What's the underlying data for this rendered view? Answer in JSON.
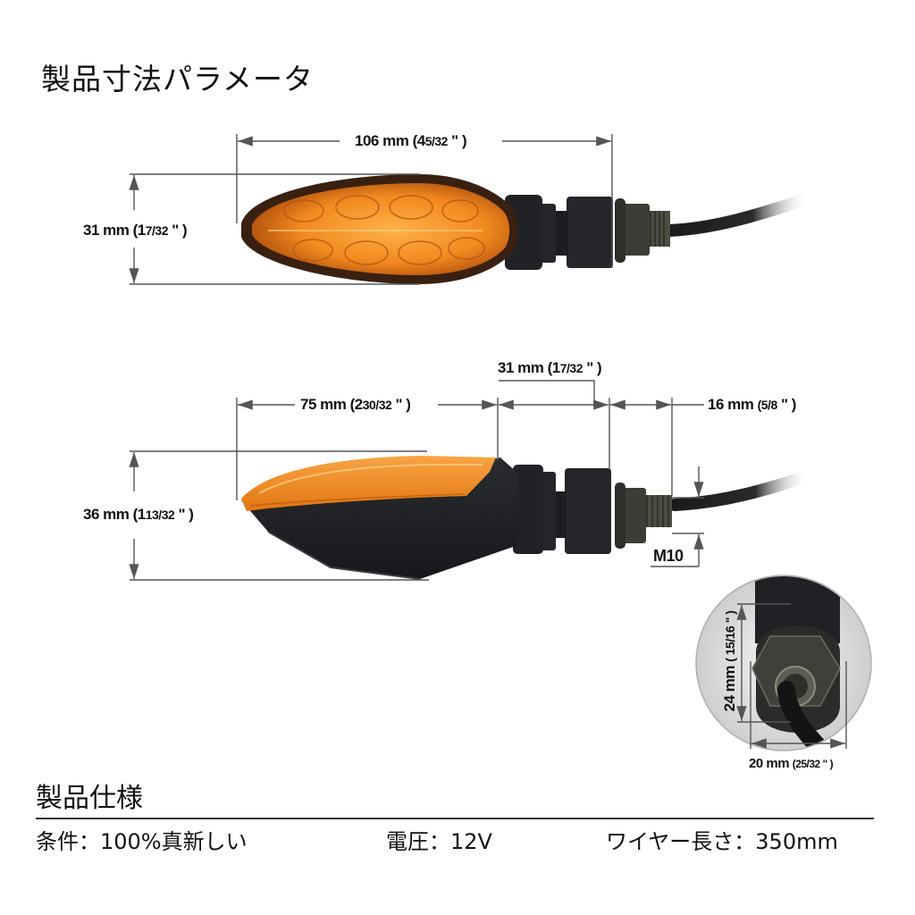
{
  "header": {
    "title": "製品寸法パラメータ"
  },
  "top_view": {
    "length": {
      "mm": "106 mm",
      "inch_whole": "(4",
      "inch_frac": "5/32",
      "inch_end": "\" )"
    },
    "height": {
      "mm": "31 mm",
      "inch_whole": "(1",
      "inch_frac": "7/32",
      "inch_end": "\" )"
    }
  },
  "side_view": {
    "lens_length": {
      "mm": "75 mm",
      "inch_whole": "(2",
      "inch_frac": "30/32",
      "inch_end": "\" )"
    },
    "stem_length": {
      "mm": "31 mm",
      "inch_whole": "(1",
      "inch_frac": "7/32",
      "inch_end": "\" )"
    },
    "bolt_length": {
      "mm": "16 mm",
      "inch_frac": "(5/8",
      "inch_end": "\" )"
    },
    "height": {
      "mm": "36 mm",
      "inch_whole": "(1",
      "inch_frac": "13/32",
      "inch_end": "\" )"
    },
    "thread": "M10"
  },
  "end_view": {
    "height": {
      "mm": "24 mm",
      "inch": "( 15/16 \" )"
    },
    "width": {
      "mm": "20 mm",
      "inch": "(25/32 \" )"
    }
  },
  "specs": {
    "title": "製品仕様",
    "items": [
      {
        "label": "条件：100%真新しい"
      },
      {
        "label": "電圧：12V"
      },
      {
        "label": "ワイヤー長さ：350mm"
      }
    ]
  },
  "colors": {
    "amber": "#f08a1e",
    "amber_dark": "#c85a10",
    "body_black": "#1e2024",
    "dim_line": "#555555",
    "text": "#111111"
  }
}
